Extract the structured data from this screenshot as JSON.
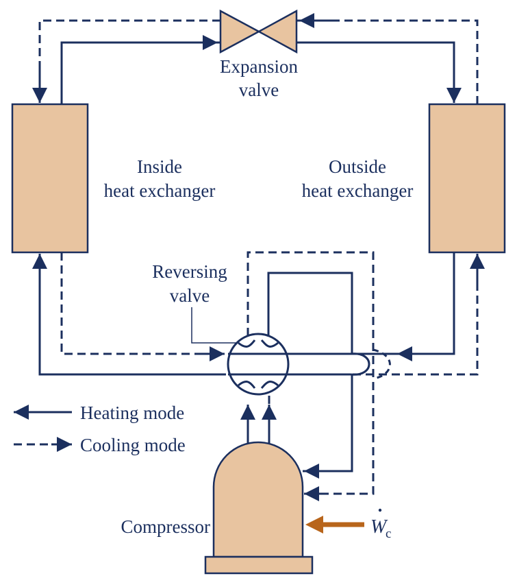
{
  "labels": {
    "expansion_line1": "Expansion",
    "expansion_line2": "valve",
    "inside_line1": "Inside",
    "inside_line2": "heat exchanger",
    "outside_line1": "Outside",
    "outside_line2": "heat exchanger",
    "reversing_line1": "Reversing",
    "reversing_line2": "valve",
    "compressor": "Compressor",
    "work_symbol": "W",
    "work_subscript": "c"
  },
  "legend": {
    "heating": "Heating mode",
    "cooling": "Cooling mode"
  },
  "colors": {
    "line": "#1b2f5e",
    "component_fill": "#e8c4a0",
    "work_arrow": "#b8651b"
  }
}
